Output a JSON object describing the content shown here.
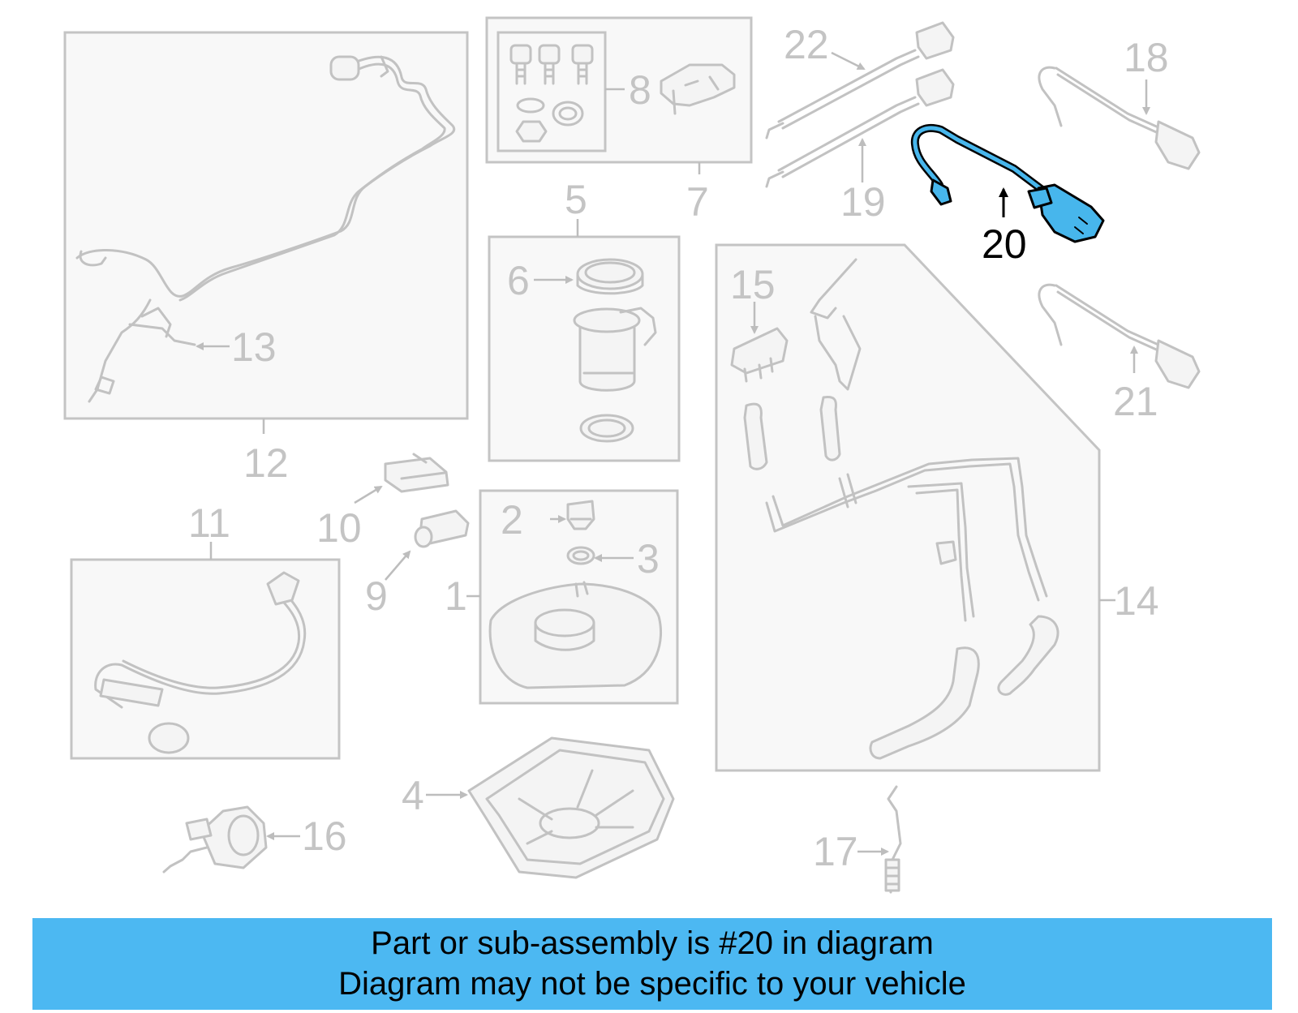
{
  "callouts": {
    "n1": "1",
    "n2": "2",
    "n3": "3",
    "n4": "4",
    "n5": "5",
    "n6": "6",
    "n7": "7",
    "n8": "8",
    "n9": "9",
    "n10": "10",
    "n11": "11",
    "n12": "12",
    "n13": "13",
    "n14": "14",
    "n15": "15",
    "n16": "16",
    "n17": "17",
    "n18": "18",
    "n19": "19",
    "n20": "20",
    "n21": "21",
    "n22": "22"
  },
  "highlighted_part": "20",
  "colors": {
    "highlight": "#47b6ec",
    "banner": "#4cb8f2",
    "linework": "#c2c2c2"
  },
  "banner": {
    "line1": "Part or sub-assembly is #20 in diagram",
    "line2": "Diagram may not be specific to your vehicle"
  }
}
